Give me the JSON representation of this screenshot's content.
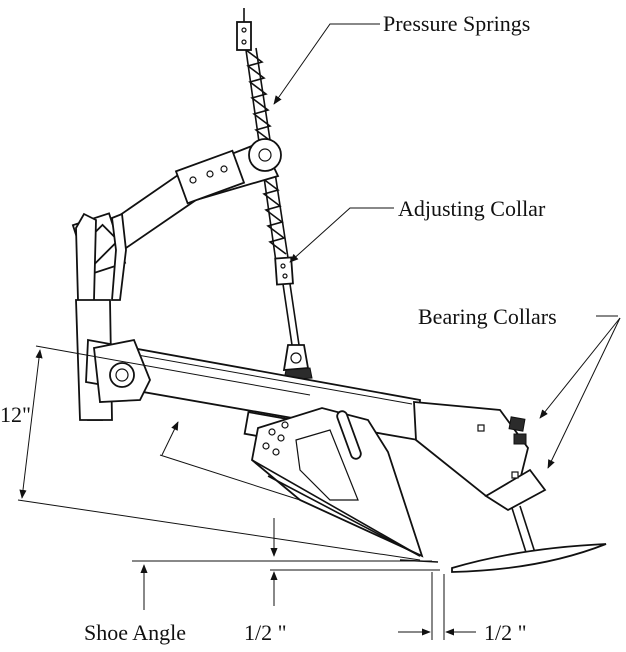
{
  "labels": {
    "pressure_springs": "Pressure Springs",
    "adjusting_collar": "Adjusting Collar",
    "bearing_collars": "Bearing Collars",
    "height": "12\"",
    "shoe_angle": "Shoe Angle",
    "offset_vertical": "1/2 \"",
    "offset_horizontal": "1/2 \""
  },
  "colors": {
    "ink": "#111111",
    "background": "#ffffff"
  }
}
